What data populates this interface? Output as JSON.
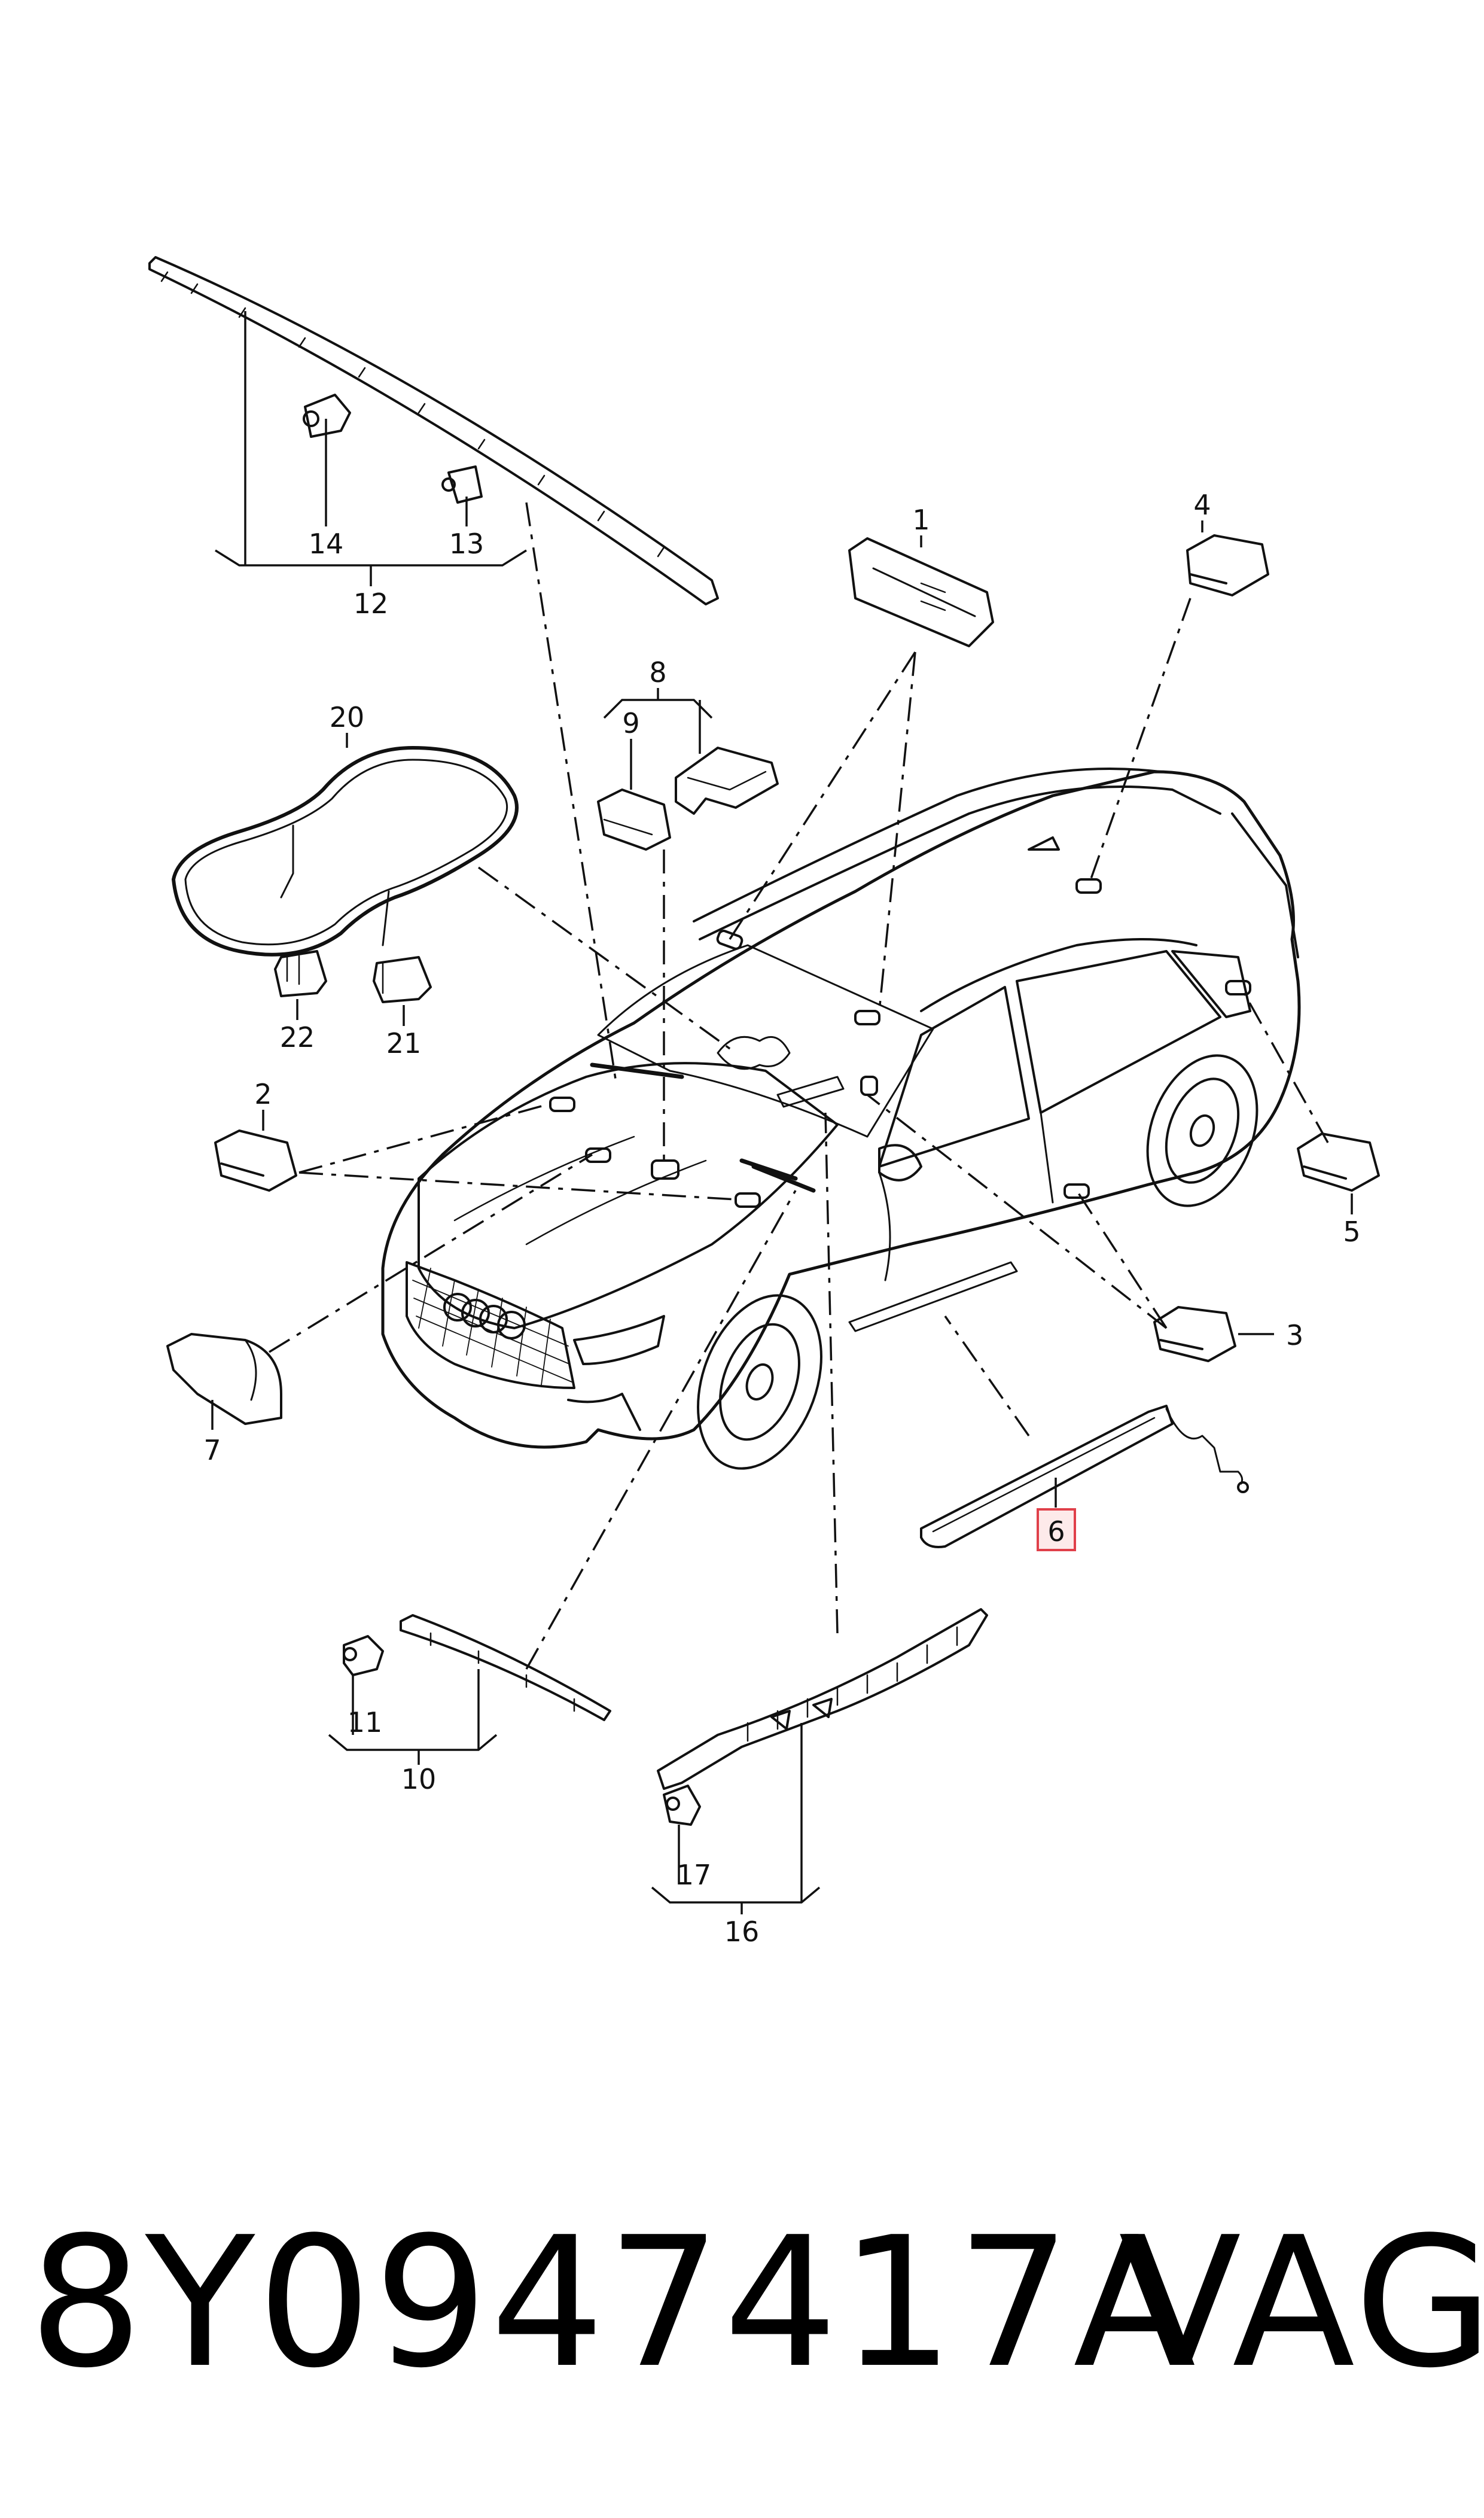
{
  "callouts": [
    "1",
    "2",
    "3",
    "4",
    "5",
    "6",
    "7",
    "8",
    "9",
    "10",
    "11",
    "12",
    "13",
    "14",
    "16",
    "17",
    "20",
    "21",
    "22"
  ],
  "highlighted_callout": "6",
  "highlight_color": "#e0404a",
  "footer": {
    "part_number": "8Y0947417A",
    "brand": "VAG"
  }
}
